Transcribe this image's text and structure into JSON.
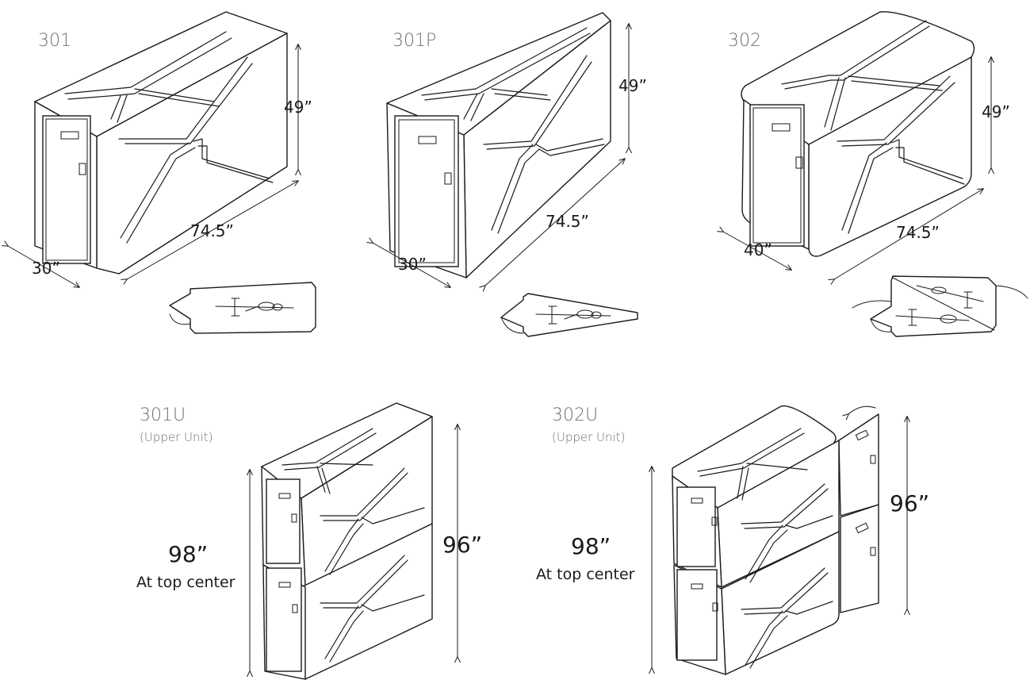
{
  "units": [
    {
      "model": "301",
      "height": "49”",
      "length": "74.5”",
      "width": "30”"
    },
    {
      "model": "301P",
      "height": "49”",
      "length": "74.5”",
      "width": "30”"
    },
    {
      "model": "302",
      "height": "49”",
      "length": "74.5”",
      "width": "40”"
    }
  ],
  "stacked": [
    {
      "model": "301U",
      "sub": "(Upper Unit)",
      "height": "96”",
      "top_height": "98”",
      "top_note": "At top center"
    },
    {
      "model": "302U",
      "sub": "(Upper Unit)",
      "height": "96”",
      "top_height": "98”",
      "top_note": "At top center"
    }
  ]
}
